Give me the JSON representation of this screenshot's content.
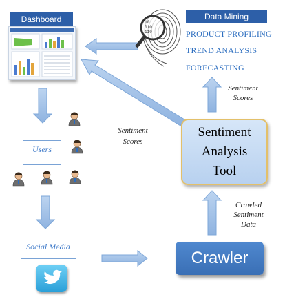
{
  "dashboard": {
    "title": "Dashboard"
  },
  "data_mining": {
    "title": "Data Mining",
    "items": [
      "PRODUCT PROFILING",
      "TREND ANALYSIS",
      "FORECASTING"
    ]
  },
  "labels": {
    "sentiment_scores_top": [
      "Sentiment",
      "Scores"
    ],
    "sentiment_scores_mid": [
      "Sentiment",
      "Scores"
    ],
    "crawled_data": [
      "Crawled",
      "Sentiment",
      "Data"
    ]
  },
  "users": {
    "label": "Users"
  },
  "social_media": {
    "label": "Social Media"
  },
  "tool": {
    "lines": [
      "Sentiment",
      "Analysis",
      "Tool"
    ]
  },
  "crawler": {
    "label": "Crawler"
  },
  "colors": {
    "arrow": "#a9c6ea",
    "arrow_stroke": "#7ea7d8",
    "header_blue": "#2d5fa8",
    "text_blue": "#2e6fc0"
  },
  "icons": [
    "fingerprint-magnifier-image",
    "user-icon",
    "twitter-icon",
    "dashboard-screenshot"
  ]
}
